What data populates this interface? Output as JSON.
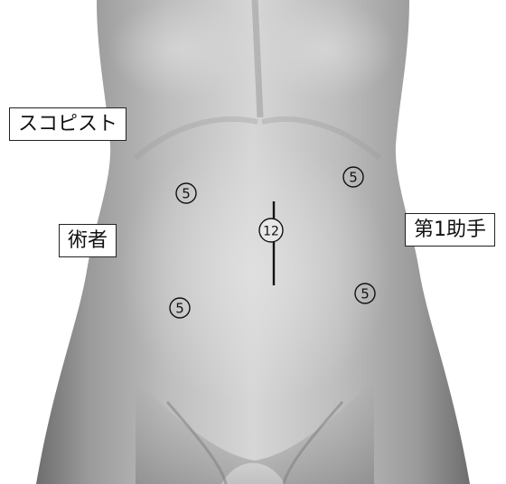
{
  "labels": {
    "scopist": "スコピスト",
    "surgeon": "術者",
    "first_assistant": "第1助手"
  },
  "ports": [
    {
      "id": "port-left-upper",
      "size": "5"
    },
    {
      "id": "port-right-upper",
      "size": "5"
    },
    {
      "id": "port-umbilical",
      "size": "12"
    },
    {
      "id": "port-left-lower",
      "size": "5"
    },
    {
      "id": "port-right-lower",
      "size": "5"
    }
  ],
  "colors": {
    "skin_light": "#d4d4d4",
    "skin_mid": "#a3a3a3",
    "skin_dark": "#5a5a5a",
    "line": "#111111",
    "background": "#ffffff"
  }
}
